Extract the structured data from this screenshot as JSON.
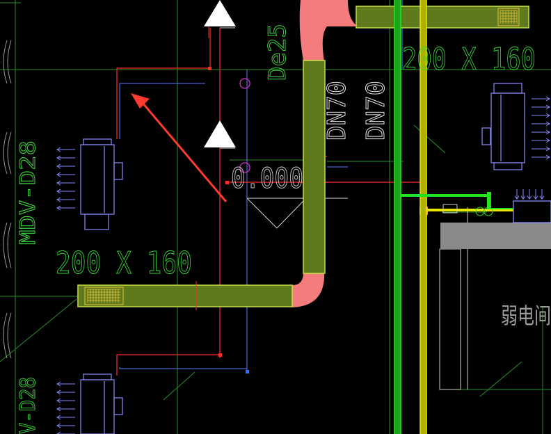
{
  "labels": {
    "duct_size_top": "200 X 160",
    "duct_size_left": "200 X 160",
    "pipe_de": "De25",
    "pipe_dn_1": "DN70",
    "pipe_dn_2": "DN70",
    "elevation": "0.000",
    "unit_model_top": "MDV-D28",
    "unit_model_bottom": "V-D28",
    "room_name": "弱电间"
  },
  "colors": {
    "background": "#000000",
    "duct_fill": "#5f7a1c",
    "duct_edge": "#c8e04a",
    "duct_fitting": "#f47c7c",
    "pipe_green": "#22e51e",
    "pipe_yellow": "#e8e800",
    "line_red": "#ff2a2a",
    "line_blue": "#5a7cff",
    "unit_blue": "#8a8cff",
    "text_green": "#3cd43c",
    "text_white": "#e6e6e6",
    "arrow_red": "#ff3b30"
  }
}
